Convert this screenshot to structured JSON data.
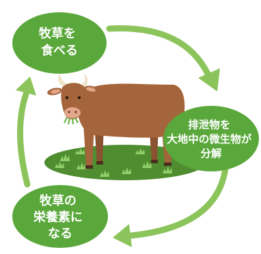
{
  "diagram": {
    "nodes": [
      {
        "lines": [
          "牧草を",
          "食べる"
        ]
      },
      {
        "lines": [
          "排泄物を",
          "大地中の微生物が",
          "分解"
        ]
      },
      {
        "lines": [
          "牧草の",
          "栄養素に",
          "なる"
        ]
      }
    ]
  },
  "colors": {
    "node_fill": "#5aa83b",
    "arrow": "#8cc45c",
    "cow_body": "#a5653c",
    "cow_dark": "#8a5230",
    "cow_muzzle": "#e3a78c",
    "horn": "#efe3c8",
    "grass_patch": "#4f8d30",
    "grass_tuft": "#93d06b"
  },
  "icons": {
    "cow": "cow-icon",
    "grass": "grass-patch-icon",
    "arrow": "cycle-arrow-icon"
  }
}
